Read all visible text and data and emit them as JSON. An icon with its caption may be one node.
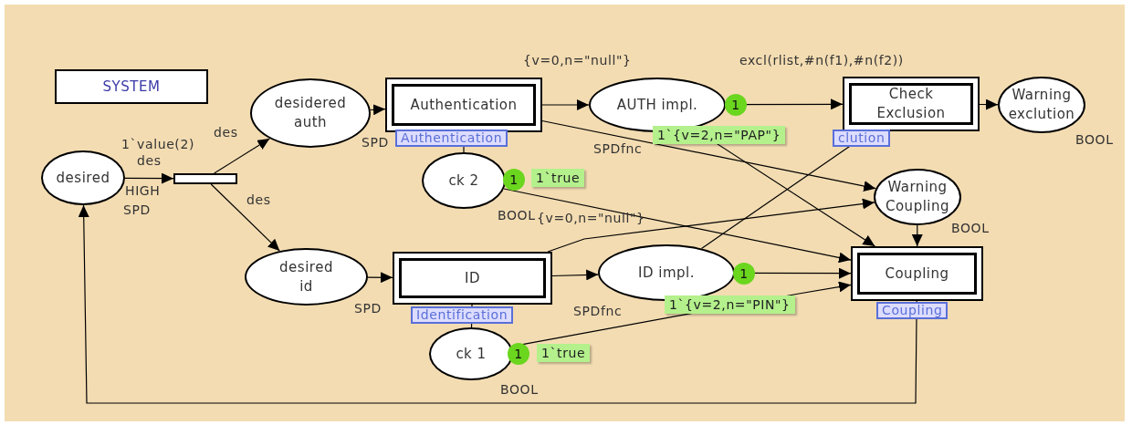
{
  "diagram": {
    "nodes": [
      {
        "text": [
          "SYSTEM"
        ]
      },
      {
        "text": [
          "desired"
        ],
        "beside": [
          "1`value(2)",
          "HIGH",
          "SPD"
        ]
      },
      {
        "text": [],
        "shape": "bar"
      },
      {
        "text": [
          "desidered auth"
        ],
        "beside": [
          "SPD"
        ]
      },
      {
        "text": [
          "Authentication"
        ],
        "beside": [
          "Authentication"
        ]
      },
      {
        "text": [
          "AUTH impl."
        ],
        "beside": [
          "{v=0,n=\"null\"}",
          "1",
          "1`{v=2,n=\"PAP\"}",
          "SPDfnc"
        ]
      },
      {
        "text": [
          "ck 2"
        ],
        "beside": [
          "1",
          "1`true",
          "BOOL"
        ]
      },
      {
        "text": [
          "Check Exclusion"
        ],
        "beside": [
          "clution"
        ]
      },
      {
        "text": [
          "Warning exclution"
        ],
        "beside": [
          "BOOL"
        ]
      },
      {
        "text": [
          "Warning Coupling"
        ],
        "beside": [
          "BOOL"
        ]
      },
      {
        "text": [
          "desired id"
        ],
        "beside": [
          "SPD"
        ]
      },
      {
        "text": [
          "ID"
        ],
        "beside": [
          "Identification"
        ]
      },
      {
        "text": [
          "ID impl."
        ],
        "beside": [
          "{v=0,n=\"null\"}",
          "1",
          "1`{v=2,n=\"PIN\"}",
          "SPDfnc"
        ]
      },
      {
        "text": [
          "ck 1"
        ],
        "beside": [
          "1",
          "1`true",
          "BOOL"
        ]
      },
      {
        "text": [
          "Coupling"
        ],
        "beside": [
          "Coupling"
        ]
      }
    ],
    "edges": [
      {
        "from": 1,
        "to": 2,
        "arrow": "to",
        "label": "des"
      },
      {
        "from": 2,
        "to": 3,
        "arrow": "to",
        "label": "des"
      },
      {
        "from": 2,
        "to": 10,
        "arrow": "to",
        "label": "des"
      },
      {
        "from": 3,
        "to": 4,
        "arrow": "to"
      },
      {
        "from": 4,
        "to": 5,
        "arrow": "to"
      },
      {
        "from": 4,
        "to": 6,
        "arrow": "none"
      },
      {
        "from": 5,
        "to": 7,
        "arrow": "to",
        "label": "excl(rlist,#n(f1),#n(f2))"
      },
      {
        "from": 7,
        "to": 8,
        "arrow": "to"
      },
      {
        "from": 4,
        "to": 9,
        "arrow": "to"
      },
      {
        "from": 5,
        "to": 14,
        "arrow": "to"
      },
      {
        "from": 6,
        "to": 14,
        "arrow": "to"
      },
      {
        "from": 10,
        "to": 11,
        "arrow": "to"
      },
      {
        "from": 11,
        "to": 12,
        "arrow": "to"
      },
      {
        "from": 11,
        "to": 13,
        "arrow": "none"
      },
      {
        "from": 11,
        "to": 9,
        "arrow": "to"
      },
      {
        "from": 12,
        "to": 7,
        "arrow": "none"
      },
      {
        "from": 12,
        "to": 14,
        "arrow": "to"
      },
      {
        "from": 13,
        "to": 14,
        "arrow": "to"
      },
      {
        "from": 9,
        "to": 14,
        "arrow": "to"
      },
      {
        "from": 14,
        "to": 1,
        "arrow": "to"
      }
    ]
  }
}
